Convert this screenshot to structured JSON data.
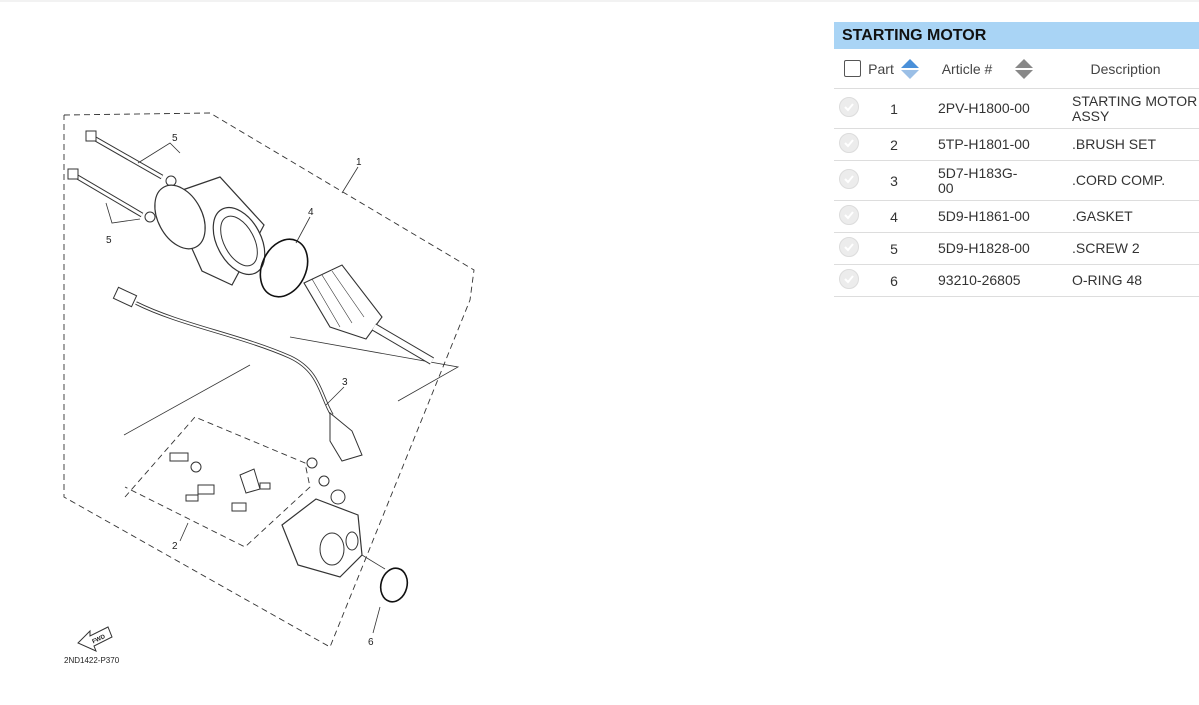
{
  "diagram": {
    "callouts": [
      "1",
      "2",
      "3",
      "4",
      "5",
      "5",
      "6"
    ],
    "code": "2ND1422-P370",
    "fwd": "FWD"
  },
  "panel": {
    "title": "STARTING MOTOR",
    "columns": {
      "part": "Part",
      "article": "Article #",
      "description": "Description"
    },
    "rows": [
      {
        "part": "1",
        "article": "2PV-H1800-00",
        "description": "STARTING MOTOR ASSY"
      },
      {
        "part": "2",
        "article": "5TP-H1801-00",
        "description": ".BRUSH SET"
      },
      {
        "part": "3",
        "article": "5D7-H183G-00",
        "description": ".CORD COMP."
      },
      {
        "part": "4",
        "article": "5D9-H1861-00",
        "description": ".GASKET"
      },
      {
        "part": "5",
        "article": "5D9-H1828-00",
        "description": ".SCREW 2"
      },
      {
        "part": "6",
        "article": "93210-26805",
        "description": "O-RING 48"
      }
    ]
  },
  "colors": {
    "header_bg": "#a9d4f5",
    "sort_active": "#4a90d9",
    "sort_inactive": "#888888"
  },
  "icons": {
    "sort_part": "sort-asc-icon",
    "sort_article": "sort-icon",
    "row_state": "check-circle-icon"
  }
}
